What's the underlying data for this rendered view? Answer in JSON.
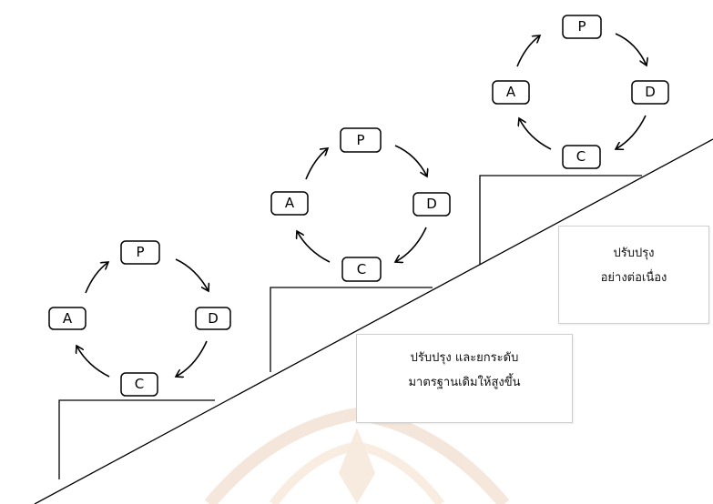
{
  "cycles": [
    {
      "p": "P",
      "d": "D",
      "c": "C",
      "a": "A"
    },
    {
      "p": "P",
      "d": "D",
      "c": "C",
      "a": "A"
    },
    {
      "p": "P",
      "d": "D",
      "c": "C",
      "a": "A"
    }
  ],
  "notes": {
    "lower": {
      "line1": "ปรับปรุง และยกระดับ",
      "line2": "มาตรฐานเดิมให้สูงขึ้น"
    },
    "upper": {
      "line1": "ปรับปรุง",
      "line2": "อย่างต่อเนื่อง"
    }
  }
}
